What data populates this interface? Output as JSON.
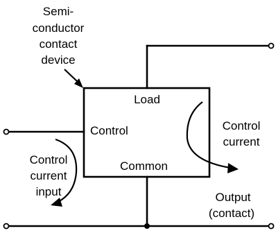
{
  "device_label": [
    "Semi-",
    "conductor",
    "contact",
    "device"
  ],
  "box": {
    "load": "Load",
    "control": "Control",
    "common": "Common"
  },
  "control_current": [
    "Control",
    "current"
  ],
  "control_current_input": [
    "Control",
    "current",
    "input"
  ],
  "output": [
    "Output",
    "(contact)"
  ]
}
